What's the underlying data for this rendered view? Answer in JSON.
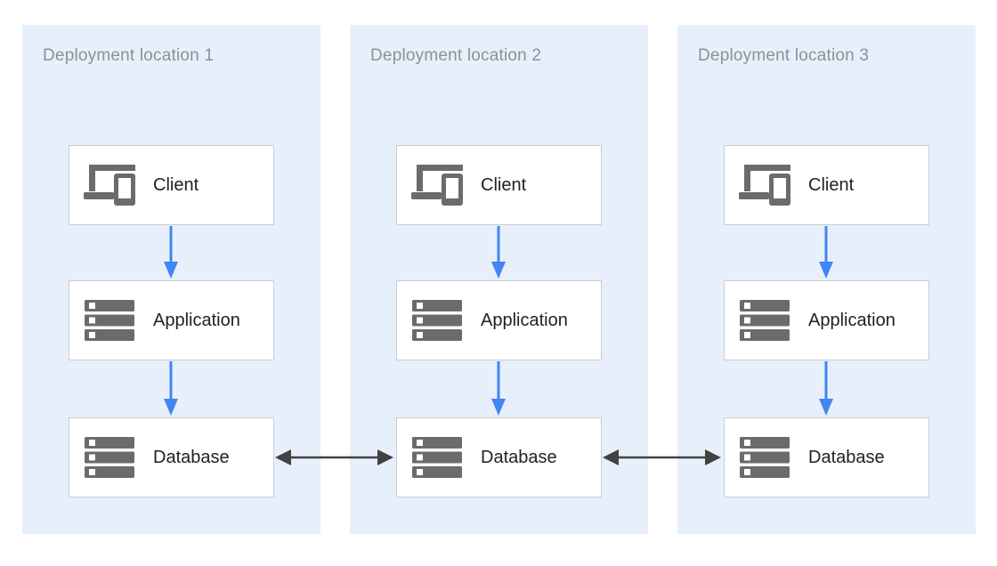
{
  "colors": {
    "background": "#ffffff",
    "panel_background": "#e7f0fa",
    "panel_title": "#8c9196",
    "node_background": "#ffffff",
    "node_border": "#c9cdd2",
    "node_text": "#212121",
    "icon_gray": "#6b6b6b",
    "flow_arrow_blue": "#4285f4",
    "replication_arrow_dark": "#424242"
  },
  "panels": [
    {
      "title": "Deployment location 1",
      "nodes": [
        {
          "label": "Client",
          "icon": "devices-icon"
        },
        {
          "label": "Application",
          "icon": "server-stack-icon"
        },
        {
          "label": "Database",
          "icon": "server-stack-icon"
        }
      ]
    },
    {
      "title": "Deployment location 2",
      "nodes": [
        {
          "label": "Client",
          "icon": "devices-icon"
        },
        {
          "label": "Application",
          "icon": "server-stack-icon"
        },
        {
          "label": "Database",
          "icon": "server-stack-icon"
        }
      ]
    },
    {
      "title": "Deployment location 3",
      "nodes": [
        {
          "label": "Client",
          "icon": "devices-icon"
        },
        {
          "label": "Application",
          "icon": "server-stack-icon"
        },
        {
          "label": "Database",
          "icon": "server-stack-icon"
        }
      ]
    }
  ],
  "connections": {
    "within_panel": [
      {
        "from": "Client",
        "to": "Application",
        "style": "blue-arrow",
        "direction": "down"
      },
      {
        "from": "Application",
        "to": "Database",
        "style": "blue-arrow",
        "direction": "down"
      }
    ],
    "between_panels": [
      {
        "from": "Database (location 1)",
        "to": "Database (location 2)",
        "style": "dark-double-arrow",
        "direction": "bidirectional"
      },
      {
        "from": "Database (location 2)",
        "to": "Database (location 3)",
        "style": "dark-double-arrow",
        "direction": "bidirectional"
      }
    ]
  }
}
